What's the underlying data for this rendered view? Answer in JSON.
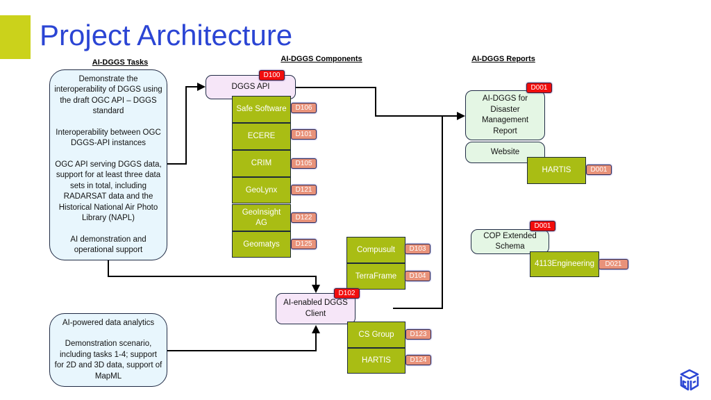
{
  "slide": {
    "title": "Project Architecture",
    "accent_color": "#cbd21b",
    "title_color": "#2b45d4"
  },
  "headings": {
    "tasks": "AI-DGGS Tasks",
    "components": "AI-DGGS Components",
    "reports": "AI-DGGS Reports"
  },
  "tasks": {
    "main": [
      "Demonstrate the interoperability of DGGS using the draft OGC API – DGGS standard",
      "Interoperability between OGC DGGS-API instances",
      "OGC API serving DGGS data, support for at least three data sets in total, including RADARSAT data and the Historical National Air Photo Library (NAPL)",
      "AI demonstration and operational support"
    ],
    "analytics": [
      "AI-powered data analytics",
      "Demonstration scenario, including tasks 1-4; support for 2D and 3D data, support of MapML"
    ]
  },
  "components": {
    "dggs_api": {
      "label": "DGGS API",
      "badge": "D100"
    },
    "api_providers": [
      {
        "name": "Safe Software",
        "code": "D106"
      },
      {
        "name": "ECERE",
        "code": "D101"
      },
      {
        "name": "CRIM",
        "code": "D105"
      },
      {
        "name": "GeoLynx",
        "code": "D121"
      },
      {
        "name": "GeoInsight AG",
        "code": "D122"
      },
      {
        "name": "Geomatys",
        "code": "D125"
      }
    ],
    "client": {
      "label": "AI-enabled DGGS Client",
      "badge": "D102"
    },
    "client_providers_top": [
      {
        "name": "Compusult",
        "code": "D103"
      },
      {
        "name": "TerraFrame",
        "code": "D104"
      }
    ],
    "client_providers_bottom": [
      {
        "name": "CS Group",
        "code": "D123"
      },
      {
        "name": "HARTIS",
        "code": "D124"
      }
    ]
  },
  "reports": {
    "disaster": {
      "label": "AI-DGGS for Disaster Management Report",
      "badge": "D001"
    },
    "website": {
      "label": "Website"
    },
    "disaster_provider": {
      "name": "HARTIS",
      "code": "D001"
    },
    "cop": {
      "label": "COP Extended Schema",
      "badge": "D001"
    },
    "cop_provider": {
      "name": "4113Engineering",
      "code": "D021"
    }
  },
  "logo": {
    "icon": "ogc-cube-logo-icon"
  }
}
